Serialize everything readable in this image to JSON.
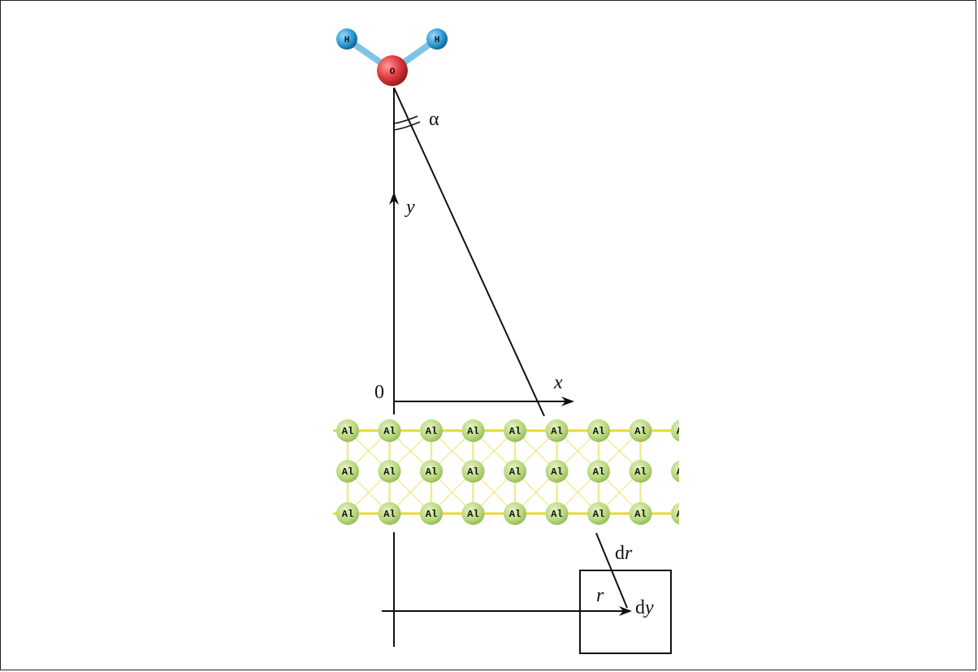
{
  "molecule": {
    "oxygen_label": "O",
    "hydrogen_label": "H"
  },
  "labels": {
    "alpha": "α",
    "y_axis": "y",
    "x_axis": "x",
    "origin": "0",
    "dr_prefix": "d",
    "dr_var": "r",
    "r": "r",
    "dy_prefix": "d",
    "dy_var": "y"
  },
  "lattice": {
    "atom_label": "Al",
    "rows": 3,
    "columns": 8
  },
  "colors": {
    "oxygen": "#d9353a",
    "hydrogen": "#2e9ed6",
    "al_atom": "#b7d77a",
    "bond": "#e8d832",
    "line": "#111111"
  }
}
